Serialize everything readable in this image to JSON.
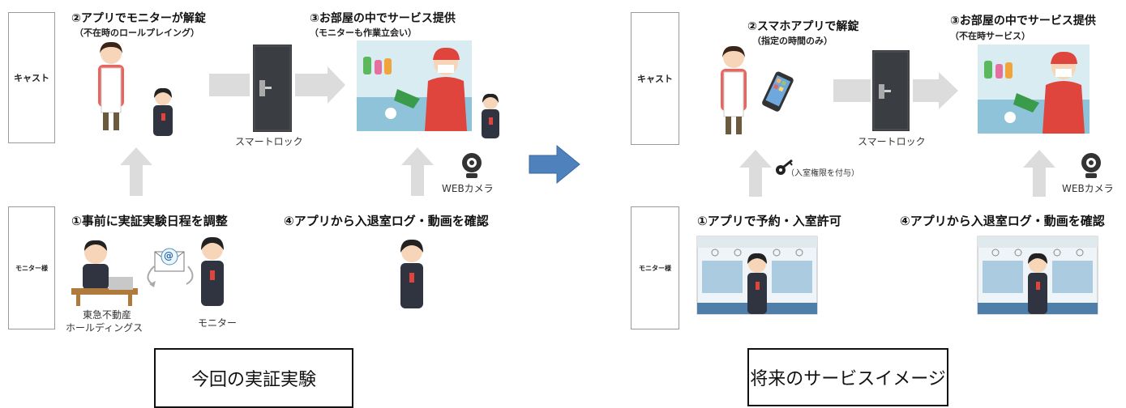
{
  "left_panel": {
    "role_cast": "キャスト",
    "role_monitor": "モニター様",
    "step2_title": "②アプリでモニターが解錠",
    "step2_sub": "（不在時のロールプレイング）",
    "step3_title": "③お部屋の中でサービス提供",
    "step3_sub": "（モニターも作業立会い）",
    "step1_title": "①事前に実証実験日程を調整",
    "step4_title": "④アプリから入退室ログ・動画を確認",
    "smartlock_label": "スマートロック",
    "webcam_label": "WEBカメラ",
    "company_label_line1": "東急不動産",
    "company_label_line2": "ホールディングス",
    "monitor_label": "モニター",
    "email_symbol": "@",
    "title": "今回の実証実験"
  },
  "right_panel": {
    "role_cast": "キャスト",
    "role_monitor": "モニター様",
    "step2_title": "②スマホアプリで解錠",
    "step2_sub": "（指定の時間のみ）",
    "step3_title": "③お部屋の中でサービス提供",
    "step3_sub": "（不在時サービス）",
    "step1_title": "①アプリで予約・入室許可",
    "step4_title": "④アプリから入退室ログ・動画を確認",
    "smartlock_label": "スマートロック",
    "webcam_label": "WEBカメラ",
    "key_label": "（入室権限を付与）",
    "title": "将来のサービスイメージ"
  },
  "colors": {
    "arrow_gray": "#d9d9d9",
    "transition_arrow": "#4f81bd",
    "apron": "#ffffff",
    "cast_hair": "#3b2418",
    "suit": "#2f3440",
    "door": "#3a3d42",
    "room_wall": "#d8ecf2",
    "staff_red": "#e0453d"
  }
}
